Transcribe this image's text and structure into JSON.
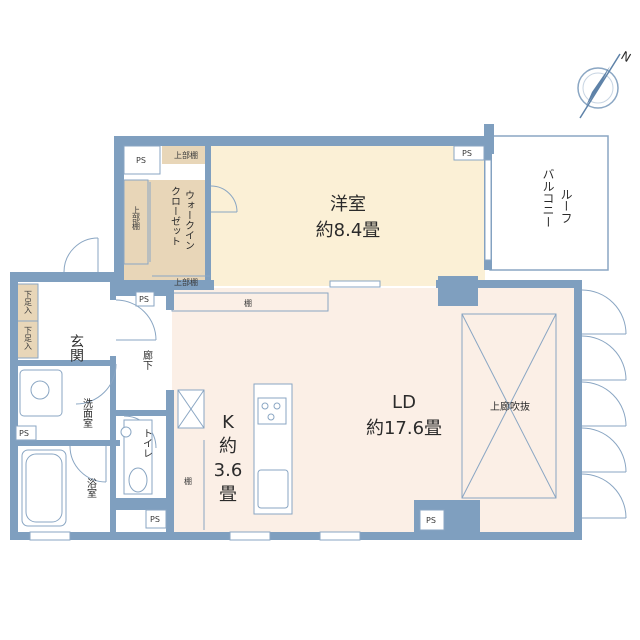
{
  "colors": {
    "wall": "#7f9fbf",
    "wall_light": "#dfe6ee",
    "living_floor": "#fbefe6",
    "western_floor": "#fbf0d6",
    "closet_floor": "#e8d6b8",
    "entrance_floor": "#e8d6b8",
    "outline": "#8aa6c3",
    "fixture": "#8aa6c3"
  },
  "compass": {
    "north_label": "N"
  },
  "rooms": {
    "western": {
      "name": "洋室",
      "size": "約8.4畳"
    },
    "ld": {
      "name": "LD",
      "size": "約17.6畳"
    },
    "kitchen": {
      "k": "K",
      "yaku": "約",
      "num": "3.6",
      "jo": "畳"
    },
    "closet": {
      "line1": "ウォークイン",
      "line2": "クローゼット"
    },
    "balcony": {
      "line1": "ルーフ",
      "line2": "バルコニー"
    },
    "entrance": "玄関",
    "corridor": "廊下",
    "washroom": "洗面室",
    "bath": "浴室",
    "toilet": "トイレ",
    "void": "上廊吹抜"
  },
  "labels": {
    "ps": "PS",
    "upper_shelf": "上部棚",
    "shelf": "棚",
    "shoe_box": "下足入"
  }
}
